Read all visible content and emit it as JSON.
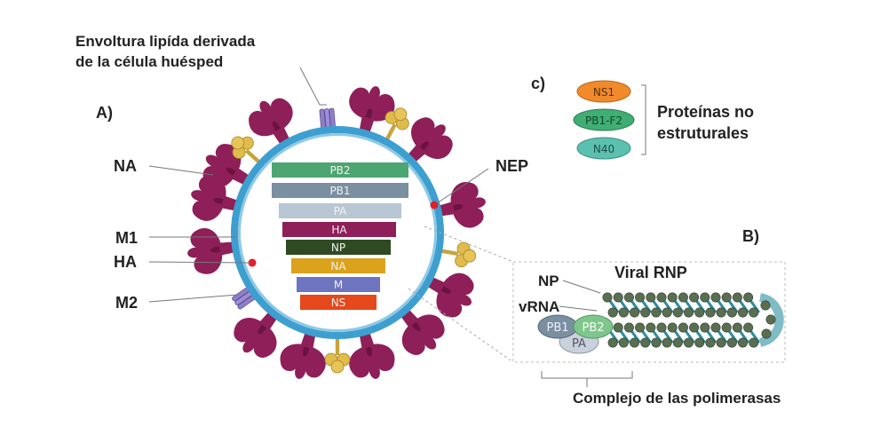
{
  "labels": {
    "envelope_line1": "Envoltura lipída derivada",
    "envelope_line2": "de la célula huésped",
    "section_a": "A)",
    "section_b": "B)",
    "section_c": "c)",
    "na": "NA",
    "m1": "M1",
    "ha": "HA",
    "m2": "M2",
    "nep": "NEP",
    "np": "NP",
    "vrna": "vRNA",
    "viral_rnp": "Viral RNP",
    "polymerase_complex": "Complejo de las polimerasas",
    "nonstructural_line1": "Proteínas no",
    "nonstructural_line2": "estruturales"
  },
  "segments": [
    {
      "label": "PB2",
      "color": "#4da572"
    },
    {
      "label": "PB1",
      "color": "#7a8fa0"
    },
    {
      "label": "PA",
      "color": "#b9c6d3"
    },
    {
      "label": "HA",
      "color": "#8e1f58"
    },
    {
      "label": "NP",
      "color": "#2f4a22"
    },
    {
      "label": "NA",
      "color": "#dba21b"
    },
    {
      "label": "M",
      "color": "#6d74c0"
    },
    {
      "label": "NS",
      "color": "#e5481a"
    }
  ],
  "nonstructural_proteins": [
    {
      "label": "NS1",
      "color": "#f08a2a"
    },
    {
      "label": "PB1-F2",
      "color": "#3fae74"
    },
    {
      "label": "N40",
      "color": "#5cc0b0"
    }
  ],
  "polymerase": {
    "pb1": "PB1",
    "pb2": "PB2",
    "pa": "PA"
  },
  "colors": {
    "membrane": "#3d9fd0",
    "hemagglutinin": "#8e1f58",
    "neuraminidase": "#d8b23e",
    "m2_channel": "#8f7ec8",
    "nep_dot": "#e0202a",
    "nucleoprotein": "#5a6e52",
    "rna": "#2a8fa0"
  }
}
